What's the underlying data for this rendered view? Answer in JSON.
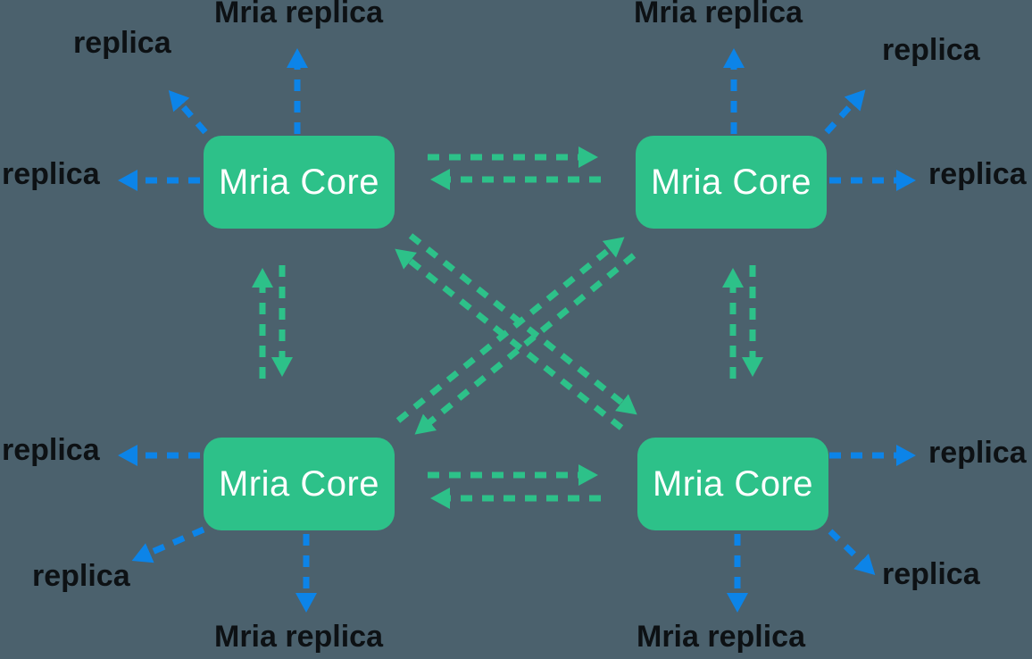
{
  "colors": {
    "canvas_bg": "#4b616d",
    "core_green": "#2dc189",
    "replica_blue": "#0c84e8",
    "label_black": "#0d1114",
    "core_text": "#ffffff"
  },
  "cores": [
    {
      "id": "top-left",
      "label": "Mria Core"
    },
    {
      "id": "top-right",
      "label": "Mria Core"
    },
    {
      "id": "bottom-left",
      "label": "Mria Core"
    },
    {
      "id": "bottom-right",
      "label": "Mria Core"
    }
  ],
  "replica_labels": {
    "tl_up": "Mria replica",
    "tl_diag": "replica",
    "tl_side": "replica",
    "tr_up": "Mria replica",
    "tr_diag": "replica",
    "tr_side": "replica",
    "bl_side": "replica",
    "bl_diag": "replica",
    "bl_down": "Mria replica",
    "br_side": "replica",
    "br_diag": "replica",
    "br_down": "Mria replica"
  },
  "connections": {
    "core_to_core": [
      {
        "from": "top-left",
        "to": "top-right",
        "bidirectional": true,
        "color": "green",
        "style": "dashed"
      },
      {
        "from": "bottom-left",
        "to": "bottom-right",
        "bidirectional": true,
        "color": "green",
        "style": "dashed"
      },
      {
        "from": "top-left",
        "to": "bottom-left",
        "bidirectional": true,
        "color": "green",
        "style": "dashed"
      },
      {
        "from": "top-right",
        "to": "bottom-right",
        "bidirectional": true,
        "color": "green",
        "style": "dashed"
      },
      {
        "from": "top-left",
        "to": "bottom-right",
        "bidirectional": true,
        "color": "green",
        "style": "dashed"
      },
      {
        "from": "top-right",
        "to": "bottom-left",
        "bidirectional": true,
        "color": "green",
        "style": "dashed"
      }
    ],
    "core_to_replica": {
      "color": "blue",
      "style": "dashed",
      "direction": "outward",
      "per_core": 3
    }
  }
}
